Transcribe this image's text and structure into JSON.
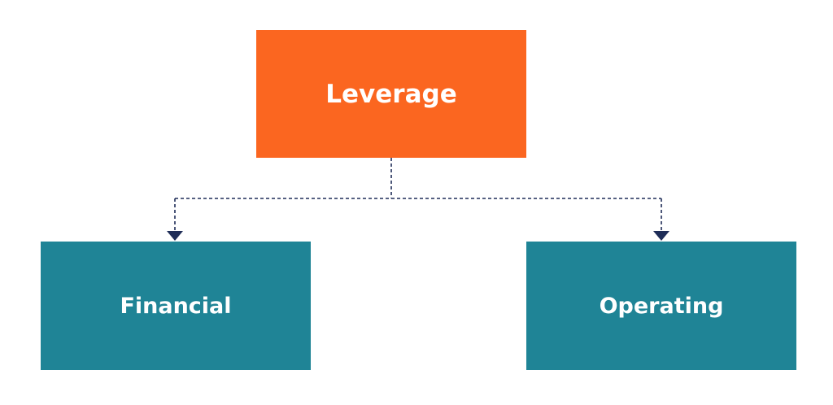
{
  "diagram": {
    "root": {
      "label": "Leverage",
      "color": "#fb6620"
    },
    "children": [
      {
        "label": "Financial",
        "color": "#1f8496"
      },
      {
        "label": "Operating",
        "color": "#1f8496"
      }
    ],
    "connector_color": "#1f2d58"
  }
}
